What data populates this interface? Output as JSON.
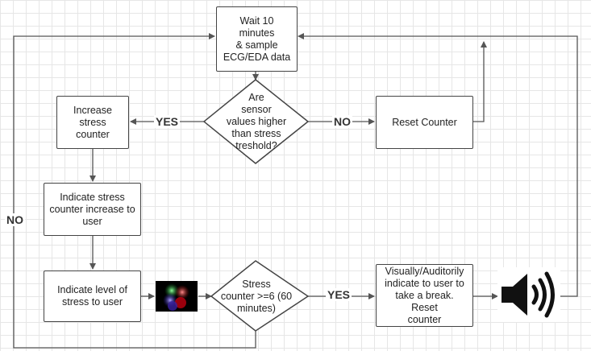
{
  "nodes": {
    "wait": "Wait 10 minutes\n& sample\nECG/EDA data",
    "sensor_decision": "Are\nsensor\nvalues higher\nthan stress\ntreshold?",
    "increase": "Increase\nstress\ncounter",
    "reset_counter": "Reset Counter",
    "indicate_increase": "Indicate stress\ncounter increase to\nuser",
    "indicate_level": "Indicate level of\nstress to user",
    "counter_decision": "Stress\ncounter >=6 (60\nminutes)",
    "break": "Visually/Auditorily\nindicate to user to\ntake a break. Reset\ncounter"
  },
  "edge_labels": {
    "sensor_yes": "YES",
    "sensor_no": "NO",
    "counter_yes": "YES",
    "loop_no": "NO"
  },
  "icons": {
    "leds": "rgb-led-image",
    "speaker": "speaker-volume-icon"
  },
  "colors": {
    "line": "#555555",
    "border": "#444444",
    "grid": "#e6e6e6"
  }
}
